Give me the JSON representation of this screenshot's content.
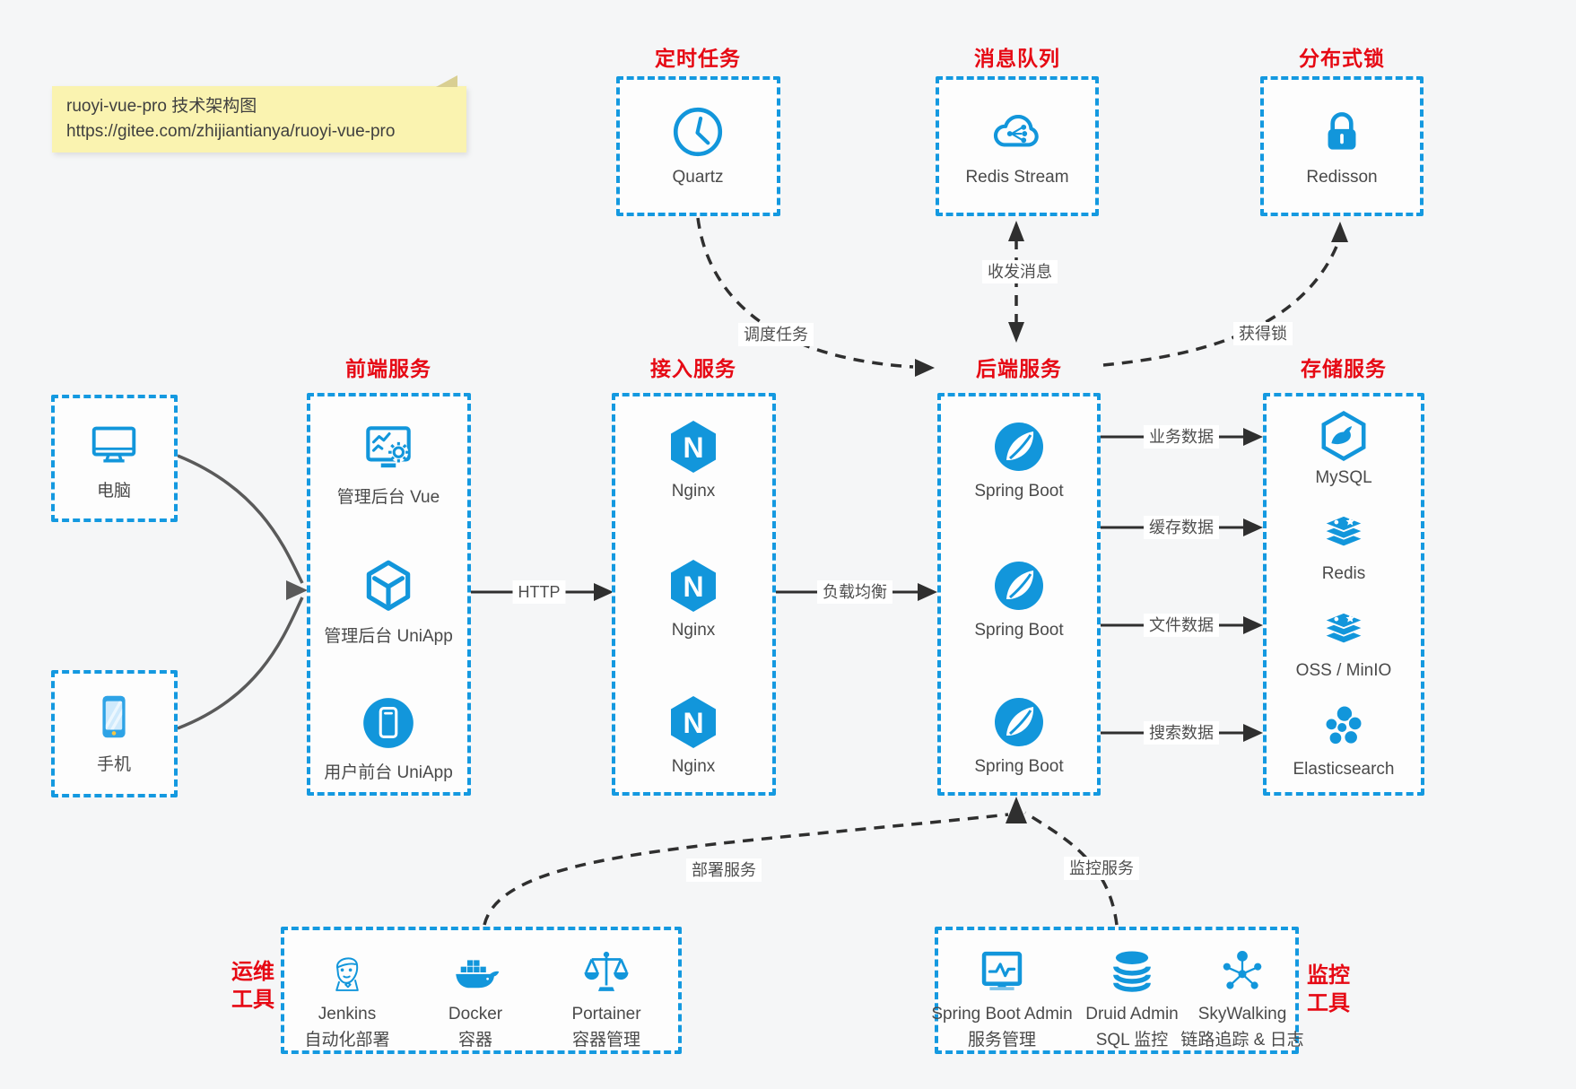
{
  "note": {
    "line1": "ruoyi-vue-pro 技术架构图",
    "line2": "https://gitee.com/zhijiantianya/ruoyi-vue-pro"
  },
  "colors": {
    "accent_blue": "#1296db",
    "border_blue": "#1499e0",
    "title_red": "#e60914",
    "text_gray": "#4a4a4a",
    "note_yellow": "#faf3b0",
    "connector_dark": "#2f2f2f",
    "client_arrow_gray": "#5a5a5a"
  },
  "top_row": [
    {
      "title": "定时任务",
      "label": "Quartz",
      "icon": "clock-icon"
    },
    {
      "title": "消息队列",
      "label": "Redis Stream",
      "icon": "cloud-network-icon"
    },
    {
      "title": "分布式锁",
      "label": "Redisson",
      "icon": "lock-icon"
    }
  ],
  "clients": [
    {
      "label": "电脑",
      "icon": "desktop-icon"
    },
    {
      "label": "手机",
      "icon": "smartphone-icon"
    }
  ],
  "frontend": {
    "title": "前端服务",
    "items": [
      {
        "label": "管理后台 Vue",
        "icon": "admin-vue-icon"
      },
      {
        "label": "管理后台 UniApp",
        "icon": "uniapp-cube-icon"
      },
      {
        "label": "用户前台 UniApp",
        "icon": "mobile-app-circle-icon"
      }
    ]
  },
  "gateway": {
    "title": "接入服务",
    "items": [
      {
        "label": "Nginx",
        "icon": "nginx-icon"
      },
      {
        "label": "Nginx",
        "icon": "nginx-icon"
      },
      {
        "label": "Nginx",
        "icon": "nginx-icon"
      }
    ]
  },
  "backend": {
    "title": "后端服务",
    "items": [
      {
        "label": "Spring Boot",
        "icon": "spring-boot-icon"
      },
      {
        "label": "Spring Boot",
        "icon": "spring-boot-icon"
      },
      {
        "label": "Spring Boot",
        "icon": "spring-boot-icon"
      }
    ]
  },
  "storage": {
    "title": "存储服务",
    "items": [
      {
        "label": "MySQL",
        "icon": "mysql-icon"
      },
      {
        "label": "Redis",
        "icon": "redis-icon"
      },
      {
        "label": "OSS / MinIO",
        "icon": "oss-minio-icon"
      },
      {
        "label": "Elasticsearch",
        "icon": "elasticsearch-icon"
      }
    ]
  },
  "edges": {
    "http": "HTTP",
    "load_balance": "负载均衡",
    "schedule": "调度任务",
    "messaging": "收发消息",
    "acquire_lock": "获得锁",
    "business_data": "业务数据",
    "cache_data": "缓存数据",
    "file_data": "文件数据",
    "search_data": "搜索数据",
    "deploy": "部署服务",
    "monitor": "监控服务"
  },
  "ops": {
    "title": "运维工具",
    "items": [
      {
        "name": "Jenkins",
        "desc": "自动化部署",
        "icon": "jenkins-icon"
      },
      {
        "name": "Docker",
        "desc": "容器",
        "icon": "docker-icon"
      },
      {
        "name": "Portainer",
        "desc": "容器管理",
        "icon": "portainer-icon"
      }
    ]
  },
  "monitoring": {
    "title": "监控工具",
    "items": [
      {
        "name": "Spring Boot Admin",
        "desc": "服务管理",
        "icon": "spring-boot-admin-icon"
      },
      {
        "name": "Druid Admin",
        "desc": "SQL 监控",
        "icon": "druid-icon"
      },
      {
        "name": "SkyWalking",
        "desc": "链路追踪 & 日志",
        "icon": "skywalking-icon"
      }
    ]
  }
}
